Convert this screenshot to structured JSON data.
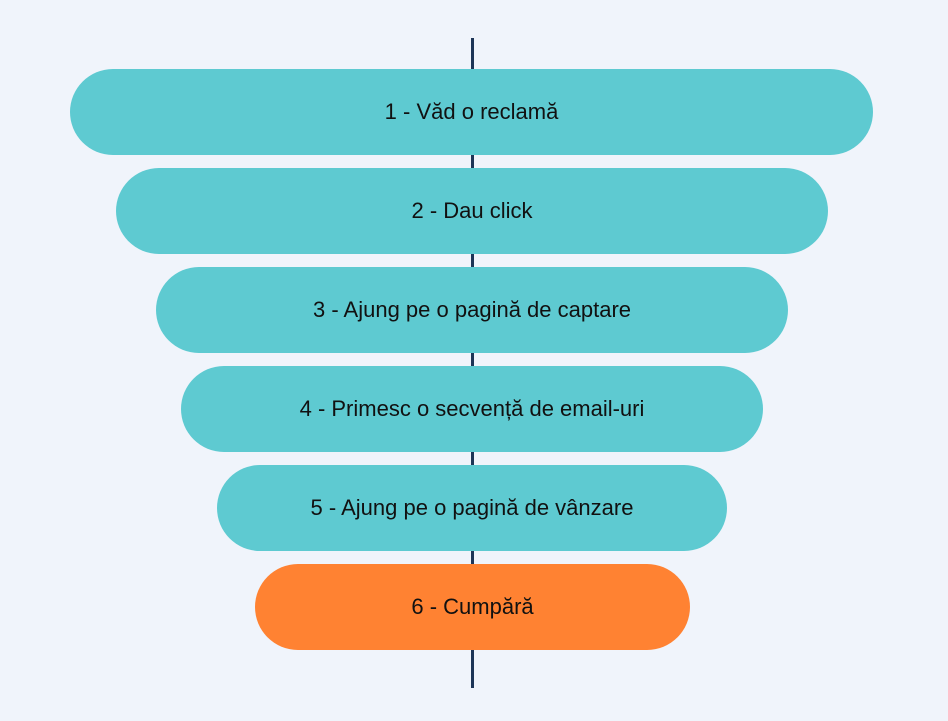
{
  "funnel": {
    "colors": {
      "step": "#5ecad1",
      "final": "#ff8232",
      "axis": "#1d3557",
      "background": "#f0f4fb"
    },
    "steps": [
      {
        "label": "1 - Văd o reclamă"
      },
      {
        "label": "2 - Dau click"
      },
      {
        "label": "3 - Ajung pe o pagină de captare"
      },
      {
        "label": "4 - Primesc o secvență de email-uri"
      },
      {
        "label": "5 - Ajung pe o pagină de vânzare"
      },
      {
        "label": "6 - Cumpără"
      }
    ]
  }
}
